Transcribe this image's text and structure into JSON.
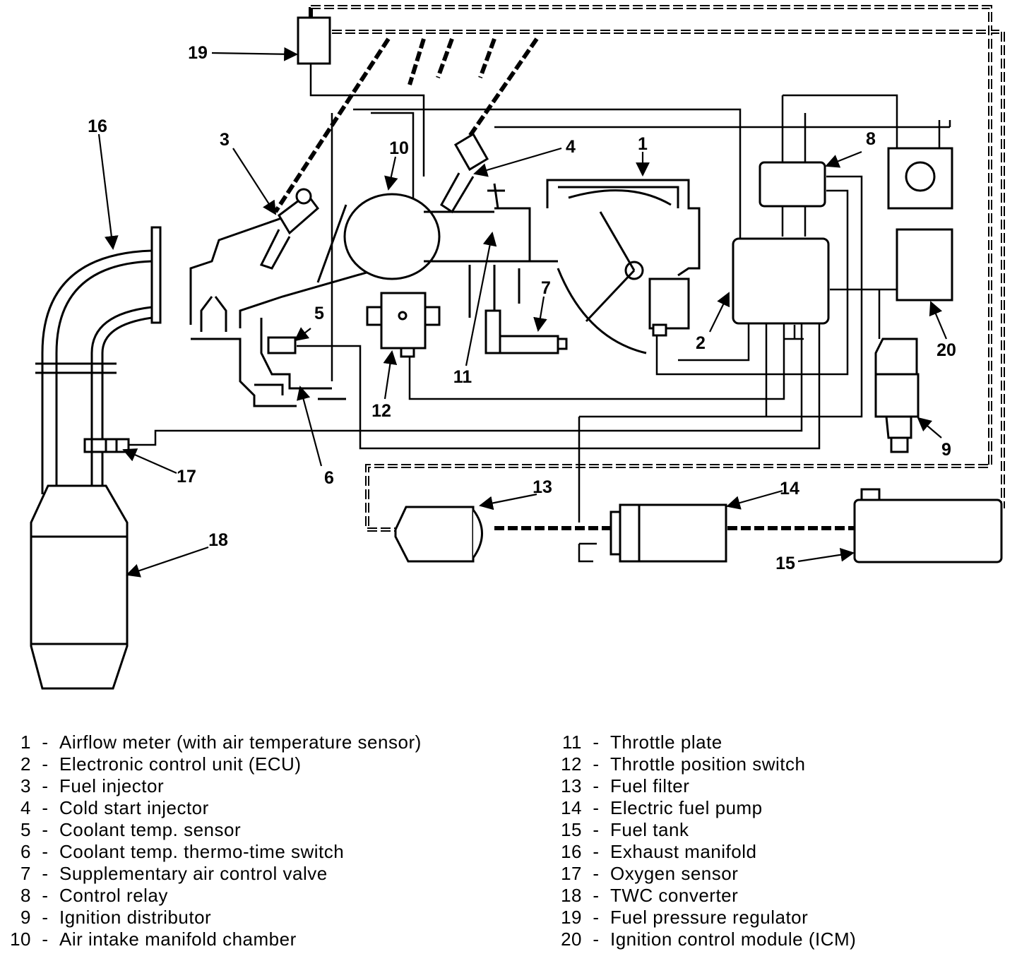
{
  "callouts": {
    "c1": "1",
    "c2": "2",
    "c3": "3",
    "c4": "4",
    "c5": "5",
    "c6": "6",
    "c7": "7",
    "c8": "8",
    "c9": "9",
    "c10": "10",
    "c11": "11",
    "c12": "12",
    "c13": "13",
    "c14": "14",
    "c15": "15",
    "c16": "16",
    "c17": "17",
    "c18": "18",
    "c19": "19",
    "c20": "20"
  },
  "legend": {
    "left": [
      {
        "num": "1",
        "text": "Airflow meter (with air temperature sensor)"
      },
      {
        "num": "2",
        "text": "Electronic control unit (ECU)"
      },
      {
        "num": "3",
        "text": "Fuel injector"
      },
      {
        "num": "4",
        "text": "Cold start injector"
      },
      {
        "num": "5",
        "text": "Coolant temp. sensor"
      },
      {
        "num": "6",
        "text": "Coolant temp. thermo-time switch"
      },
      {
        "num": "7",
        "text": "Supplementary air control valve"
      },
      {
        "num": "8",
        "text": "Control relay"
      },
      {
        "num": "9",
        "text": "Ignition distributor"
      },
      {
        "num": "10",
        "text": "Air intake manifold chamber"
      }
    ],
    "right": [
      {
        "num": "11",
        "text": "Throttle plate"
      },
      {
        "num": "12",
        "text": "Throttle position switch"
      },
      {
        "num": "13",
        "text": "Fuel filter"
      },
      {
        "num": "14",
        "text": "Electric fuel pump"
      },
      {
        "num": "15",
        "text": "Fuel tank"
      },
      {
        "num": "16",
        "text": "Exhaust manifold"
      },
      {
        "num": "17",
        "text": "Oxygen sensor"
      },
      {
        "num": "18",
        "text": "TWC converter"
      },
      {
        "num": "19",
        "text": "Fuel pressure regulator"
      },
      {
        "num": "20",
        "text": "Ignition control module (ICM)"
      }
    ]
  }
}
